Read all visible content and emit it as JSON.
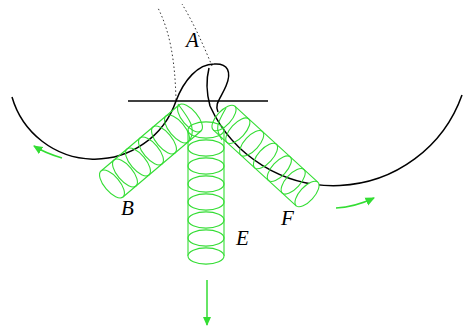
{
  "diagram": {
    "labels": [
      "A",
      "B",
      "E",
      "F"
    ]
  }
}
